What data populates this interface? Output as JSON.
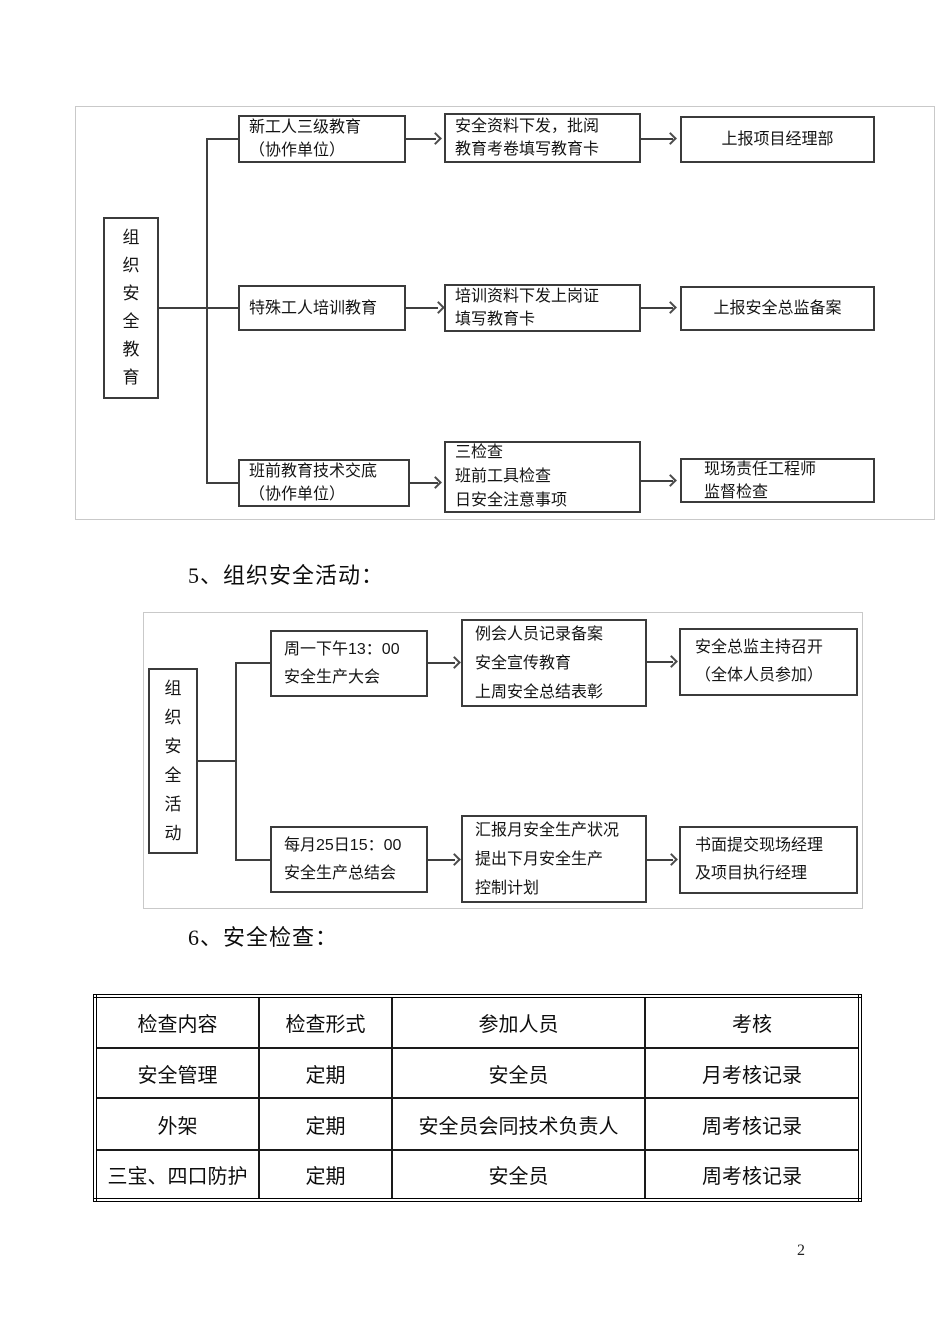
{
  "page_number": "2",
  "headings": {
    "section5": "5、组织安全活动：",
    "section6": "6、安全检查："
  },
  "education_flowchart": {
    "root_label": "组织安全教育",
    "branches": [
      {
        "step": [
          "新工人三级教育",
          "（协作单位）"
        ],
        "action": [
          "安全资料下发，批阅",
          "教育考卷填写教育卡"
        ],
        "outcome": [
          "上报项目经理部"
        ]
      },
      {
        "step": [
          "特殊工人培训教育"
        ],
        "action": [
          "培训资料下发上岗证",
          "填写教育卡"
        ],
        "outcome": [
          "上报安全总监备案"
        ]
      },
      {
        "step": [
          "班前教育技术交底",
          "（协作单位）"
        ],
        "action": [
          "三检查",
          "班前工具检查",
          "日安全注意事项"
        ],
        "outcome": [
          "现场责任工程师",
          "监督检查"
        ]
      }
    ]
  },
  "activity_flowchart": {
    "root_label": "组织安全活动",
    "branches": [
      {
        "step": [
          "周一下午13：00",
          "安全生产大会"
        ],
        "action": [
          "例会人员记录备案",
          "安全宣传教育",
          "上周安全总结表彰"
        ],
        "outcome": [
          "安全总监主持召开",
          "（全体人员参加）"
        ]
      },
      {
        "step": [
          "每月25日15：00",
          "安全生产总结会"
        ],
        "action": [
          "汇报月安全生产状况",
          "提出下月安全生产",
          "控制计划"
        ],
        "outcome": [
          "书面提交现场经理",
          "及项目执行经理"
        ]
      }
    ]
  },
  "inspection_table": {
    "headers": [
      "检查内容",
      "检查形式",
      "参加人员",
      "考核"
    ],
    "rows": [
      [
        "安全管理",
        "定期",
        "安全员",
        "月考核记录"
      ],
      [
        "外架",
        "定期",
        "安全员会同技术负责人",
        "周考核记录"
      ],
      [
        "三宝、四口防护",
        "定期",
        "安全员",
        "周考核记录"
      ]
    ]
  }
}
